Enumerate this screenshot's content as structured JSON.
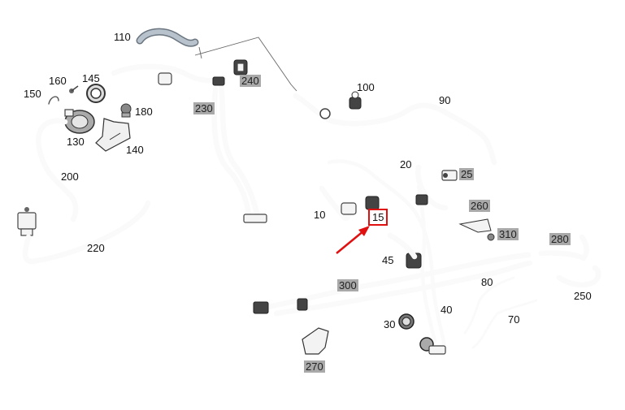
{
  "diagram": {
    "labels": [
      {
        "id": "110",
        "text": "110",
        "shaded": false
      },
      {
        "id": "160",
        "text": "160",
        "shaded": false
      },
      {
        "id": "145",
        "text": "145",
        "shaded": false
      },
      {
        "id": "150",
        "text": "150",
        "shaded": false
      },
      {
        "id": "180",
        "text": "180",
        "shaded": false
      },
      {
        "id": "130",
        "text": "130",
        "shaded": false
      },
      {
        "id": "140",
        "text": "140",
        "shaded": false
      },
      {
        "id": "200",
        "text": "200",
        "shaded": false
      },
      {
        "id": "220",
        "text": "220",
        "shaded": false
      },
      {
        "id": "230",
        "text": "230",
        "shaded": true
      },
      {
        "id": "240",
        "text": "240",
        "shaded": true
      },
      {
        "id": "100",
        "text": "100",
        "shaded": false
      },
      {
        "id": "90",
        "text": "90",
        "shaded": false
      },
      {
        "id": "20",
        "text": "20",
        "shaded": false
      },
      {
        "id": "25",
        "text": "25",
        "shaded": true
      },
      {
        "id": "260",
        "text": "260",
        "shaded": true
      },
      {
        "id": "10",
        "text": "10",
        "shaded": false
      },
      {
        "id": "15",
        "text": "15",
        "shaded": false,
        "highlighted": true
      },
      {
        "id": "310",
        "text": "310",
        "shaded": true
      },
      {
        "id": "280",
        "text": "280",
        "shaded": true
      },
      {
        "id": "45",
        "text": "45",
        "shaded": false
      },
      {
        "id": "300",
        "text": "300",
        "shaded": true
      },
      {
        "id": "80",
        "text": "80",
        "shaded": false
      },
      {
        "id": "250",
        "text": "250",
        "shaded": false
      },
      {
        "id": "40",
        "text": "40",
        "shaded": false
      },
      {
        "id": "30",
        "text": "30",
        "shaded": false
      },
      {
        "id": "70",
        "text": "70",
        "shaded": false
      },
      {
        "id": "270",
        "text": "270",
        "shaded": true
      }
    ],
    "colors": {
      "label_shade": "#a9a9a9",
      "highlight": "#e01010",
      "line": "#555555"
    }
  }
}
